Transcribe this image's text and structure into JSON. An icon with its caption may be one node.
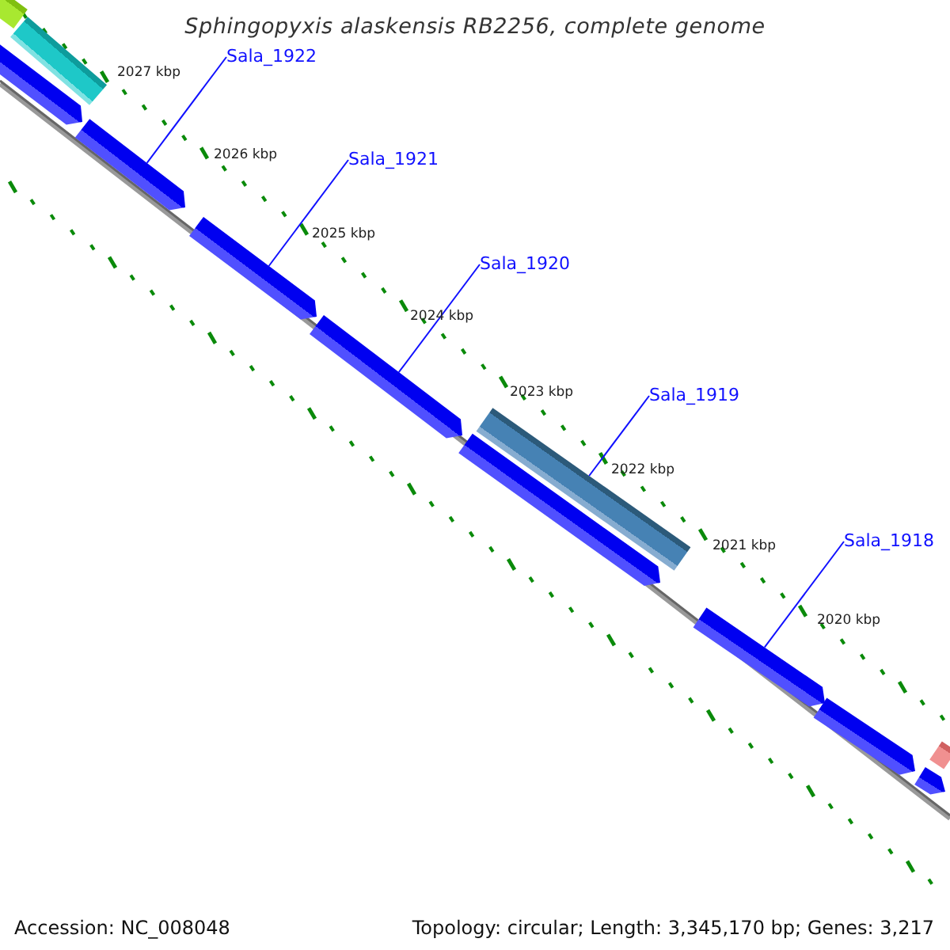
{
  "diagram": {
    "title": "Sphingopyxis alaskensis RB2256, complete genome",
    "nodes": [
      {
        "text": [],
        "shape": "bar"
      },
      {
        "text": [],
        "shape": "bar"
      },
      {
        "text": [
          "Sala_1922"
        ]
      },
      {
        "text": [],
        "shape": "bar"
      },
      {
        "text": [],
        "shape": "bar"
      },
      {
        "text": [
          "Sala_1921"
        ]
      },
      {
        "text": [],
        "shape": "bar"
      },
      {
        "text": [
          "Sala_1920"
        ]
      },
      {
        "text": [],
        "shape": "bar"
      },
      {
        "text": [
          "Sala_1919"
        ]
      },
      {
        "text": [],
        "shape": "bar"
      },
      {
        "text": [],
        "shape": "bar"
      },
      {
        "text": [
          "Sala_1918"
        ]
      },
      {
        "text": [],
        "shape": "bar"
      },
      {
        "text": [],
        "shape": "bar"
      },
      {
        "text": [],
        "shape": "bar"
      },
      {
        "text": [],
        "shape": "bar"
      }
    ],
    "edges": [
      {
        "from": 2,
        "to": 4,
        "arrow": "none"
      },
      {
        "from": 5,
        "to": 6,
        "arrow": "none"
      },
      {
        "from": 7,
        "to": 8,
        "arrow": "none"
      },
      {
        "from": 9,
        "to": 10,
        "arrow": "none"
      },
      {
        "from": 12,
        "to": 13,
        "arrow": "none"
      }
    ],
    "labels": [
      "2027 kbp",
      "2026 kbp",
      "2025 kbp",
      "2024 kbp",
      "2023 kbp",
      "2022 kbp",
      "2021 kbp",
      "2020 kbp",
      "Accession: NC_008048",
      "Topology: circular; Length: 3,345,170 bp; Genes: 3,217"
    ]
  }
}
